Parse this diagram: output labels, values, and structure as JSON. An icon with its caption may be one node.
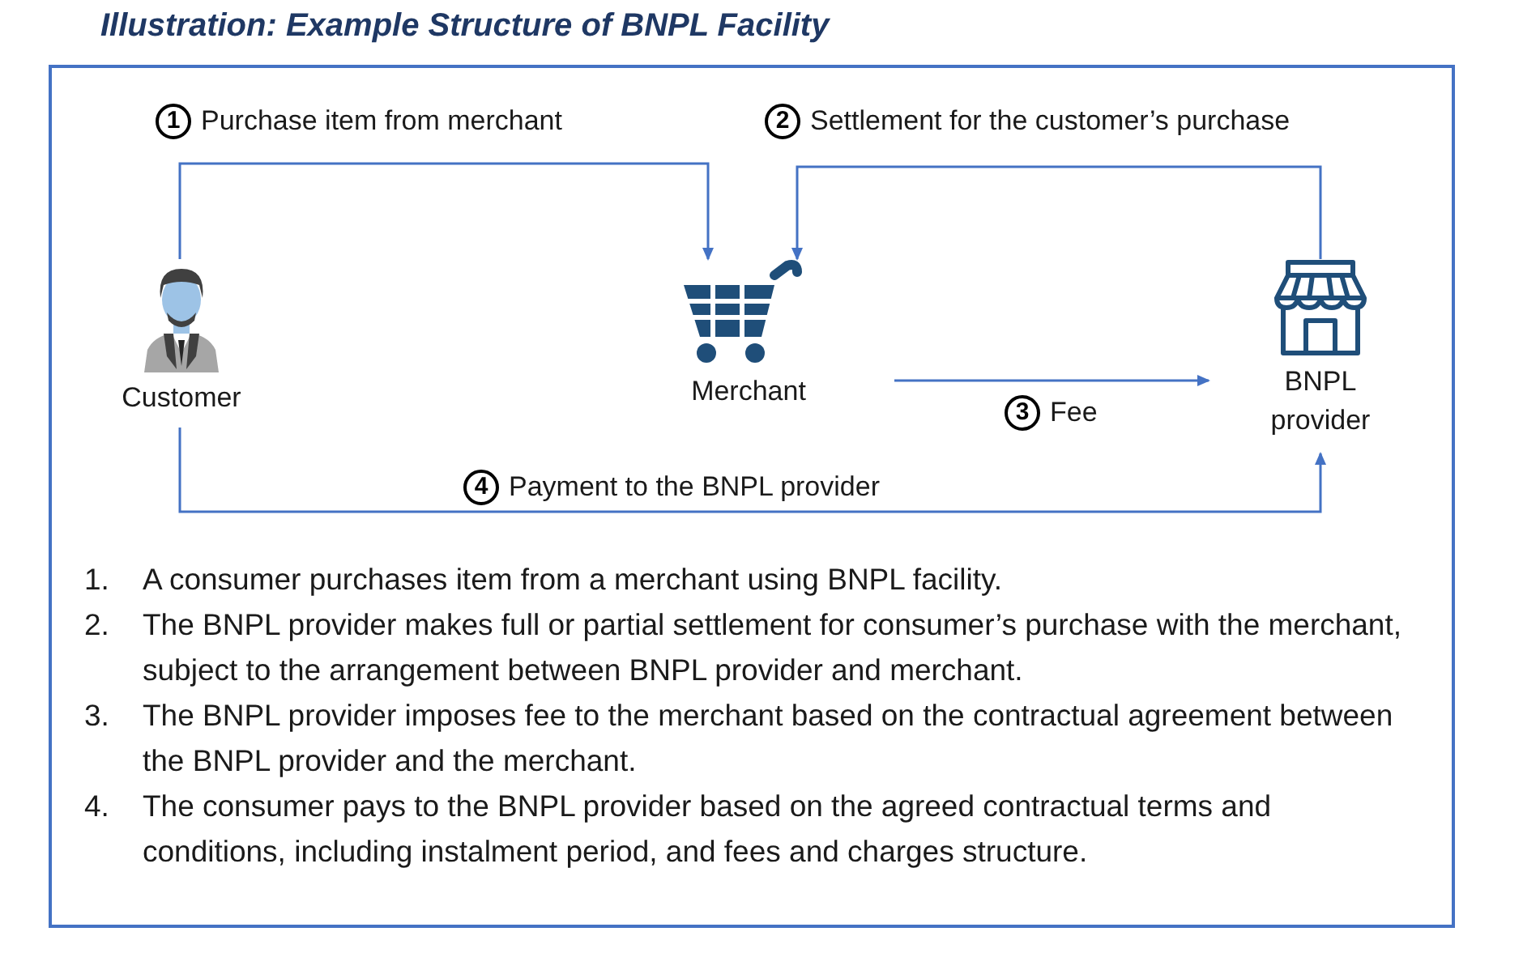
{
  "diagram": {
    "title": "Illustration: Example Structure of BNPL Facility",
    "nodes": [
      {
        "text": [
          "Customer"
        ]
      },
      {
        "text": [
          "Merchant"
        ]
      },
      {
        "text": [
          "BNPL provider"
        ]
      }
    ],
    "edges": [
      {
        "from": 0,
        "to": 1,
        "arrow": "to",
        "label": "Purchase item from merchant"
      },
      {
        "from": 2,
        "to": 1,
        "arrow": "to",
        "label": "Settlement for the customer’s purchase"
      },
      {
        "from": 1,
        "to": 2,
        "arrow": "to",
        "label": "Fee"
      },
      {
        "from": 0,
        "to": 2,
        "arrow": "to",
        "label": "Payment to the BNPL provider"
      }
    ],
    "labels": [
      "1",
      "2",
      "3",
      "4",
      "1.",
      "A consumer purchases item from a merchant using BNPL facility.",
      "2.",
      "The BNPL provider makes full or partial settlement for consumer’s purchase with the merchant, subject to the arrangement between BNPL provider and merchant.",
      "3.",
      "The BNPL provider imposes fee to the merchant based on the contractual agreement between the BNPL provider and the merchant.",
      "4.",
      "The consumer pays to the BNPL provider based on the agreed contractual terms and conditions, including instalment period, and fees and charges structure."
    ]
  }
}
